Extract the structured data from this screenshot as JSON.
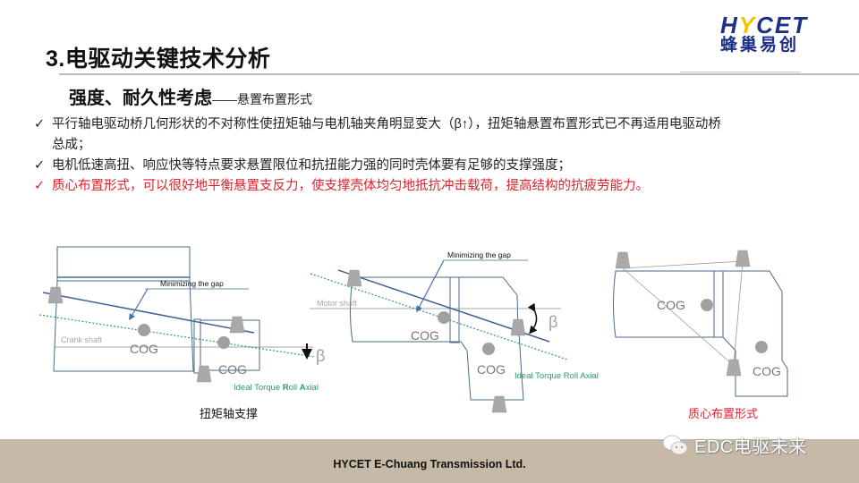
{
  "header": {
    "title": "3.电驱动关键技术分析",
    "subtitle_main": "强度、耐久性考虑",
    "subtitle_sub": "——悬置布置形式"
  },
  "logo": {
    "en_prefix": "H",
    "en_y": "Y",
    "en_suffix": "CET",
    "cn": "蜂巢易创"
  },
  "bullets": [
    {
      "icon": "check-icon",
      "glyph": "✓",
      "text": "平行轴电驱动桥几何形状的不对称性使扭矩轴与电机轴夹角明显变大（β↑），扭矩轴悬置布置形式已不再适用电驱动桥",
      "cont": "总成；",
      "color": "#222222"
    },
    {
      "icon": "check-icon",
      "glyph": "✓",
      "text": "电机低速高扭、响应快等特点要求悬置限位和抗扭能力强的同时壳体要有足够的支撑强度；",
      "color": "#222222"
    },
    {
      "icon": "check-icon",
      "glyph": "✓",
      "text": "质心布置形式，可以很好地平衡悬置支反力，使支撑壳体均匀地抵抗冲击载荷，提高结构的抗疲劳能力。",
      "color": "#e0212b"
    }
  ],
  "diagrams": {
    "left": {
      "gap_label": "Minimizing  the gap",
      "shaft_label": "Crank shaft",
      "cog1": "COG",
      "cog2": "COG",
      "beta": "β",
      "axial_label_parts": [
        "Ideal Torque ",
        "R",
        "oll ",
        "A",
        "xial"
      ],
      "caption": "扭矩轴支撑"
    },
    "middle": {
      "gap_label": "Minimizing  the gap",
      "shaft_label": "Motor  shaft",
      "cog1": "COG",
      "cog2": "COG",
      "beta": "β",
      "axial_label": "Ideal  Torque  Roll  Axial"
    },
    "right": {
      "cog1": "COG",
      "cog2": "COG",
      "caption": "质心布置形式"
    }
  },
  "colors": {
    "outline": "#4a6a8a",
    "axis_line": "#3f5f99",
    "dotted_axis": "#2f9a6a",
    "mount": "#a9a9a9",
    "cog": "#a0a0a0",
    "footer_bg": "#c7b9a7",
    "red": "#e0212b"
  },
  "footer": {
    "company": "HYCET E-Chuang Transmission Ltd."
  },
  "watermark": {
    "text": "EDC电驱未来"
  }
}
